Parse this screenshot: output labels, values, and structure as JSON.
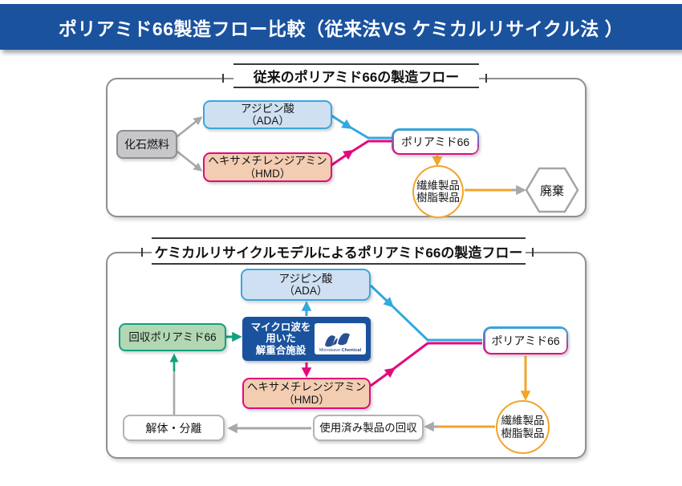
{
  "header": {
    "title": "ポリアミド66製造フロー比較（従来法VS ケミカルリサイクル法 ）"
  },
  "colors": {
    "header_bg": "#1a529e",
    "cyan": "#33a8dd",
    "light_blue_fill": "#cfe0f2",
    "magenta": "#e5087c",
    "peach_fill": "#f2cdb2",
    "orange": "#f2a42b",
    "teal": "#13a17c",
    "green_fill": "#b2d7b3",
    "gray_line": "#a8a8a8",
    "microwave_box_bg": "#1a529e"
  },
  "conventional": {
    "title": "従来のポリアミド66の製造フロー",
    "fossil_fuel": "化石燃料",
    "ada_line1": "アジピン酸",
    "ada_line2": "（ADA）",
    "hmd_line1": "ヘキサメチレンジアミン",
    "hmd_line2": "（HMD）",
    "polyamide66": "ポリアミド66",
    "products_line1": "繊維製品",
    "products_line2": "樹脂製品",
    "waste": "廃棄"
  },
  "recycle": {
    "title": "ケミカルリサイクルモデルによるポリアミド66の製造フロー",
    "recovered": "回収ポリアミド66",
    "microwave_line1": "マイクロ波を",
    "microwave_line2": "用いた",
    "microwave_line3": "解重合施設",
    "logo_word1": "Microwave",
    "logo_word2": "Chemical",
    "ada_line1": "アジピン酸",
    "ada_line2": "（ADA）",
    "hmd_line1": "ヘキサメチレンジアミン",
    "hmd_line2": "（HMD）",
    "polyamide66": "ポリアミド66",
    "products_line1": "繊維製品",
    "products_line2": "樹脂製品",
    "collection": "使用済み製品の回収",
    "dismantle": "解体・分離"
  }
}
